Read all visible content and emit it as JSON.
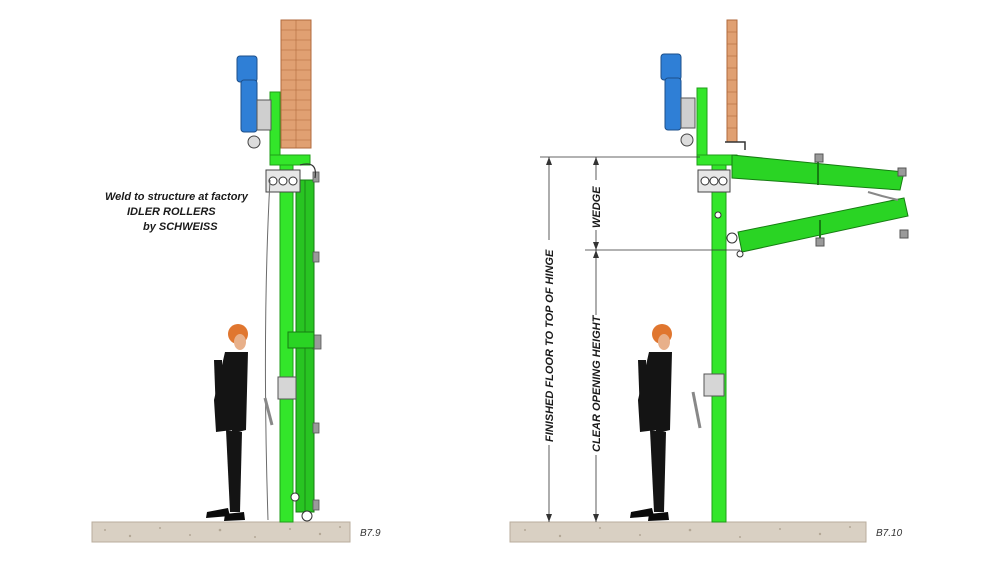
{
  "left_panel": {
    "note_line1": "Weld to structure at factory",
    "note_line2": "IDLER ROLLERS",
    "note_line3": "by SCHWEISS",
    "figure_label": "B7.9"
  },
  "right_panel": {
    "dim_wedge": "WEDGE",
    "dim_finished_floor": "FINISHED FLOOR TO TOP OF HINGE",
    "dim_clear_opening": "CLEAR OPENING HEIGHT",
    "figure_label": "B7.10"
  },
  "colors": {
    "door_green": "#33e62a",
    "door_green_dark": "#20a81a",
    "motor_blue": "#2f7fd6",
    "brick": "#e0a072",
    "ground": "#d6cdbf",
    "suit": "#141414",
    "hair": "#e0762f"
  }
}
